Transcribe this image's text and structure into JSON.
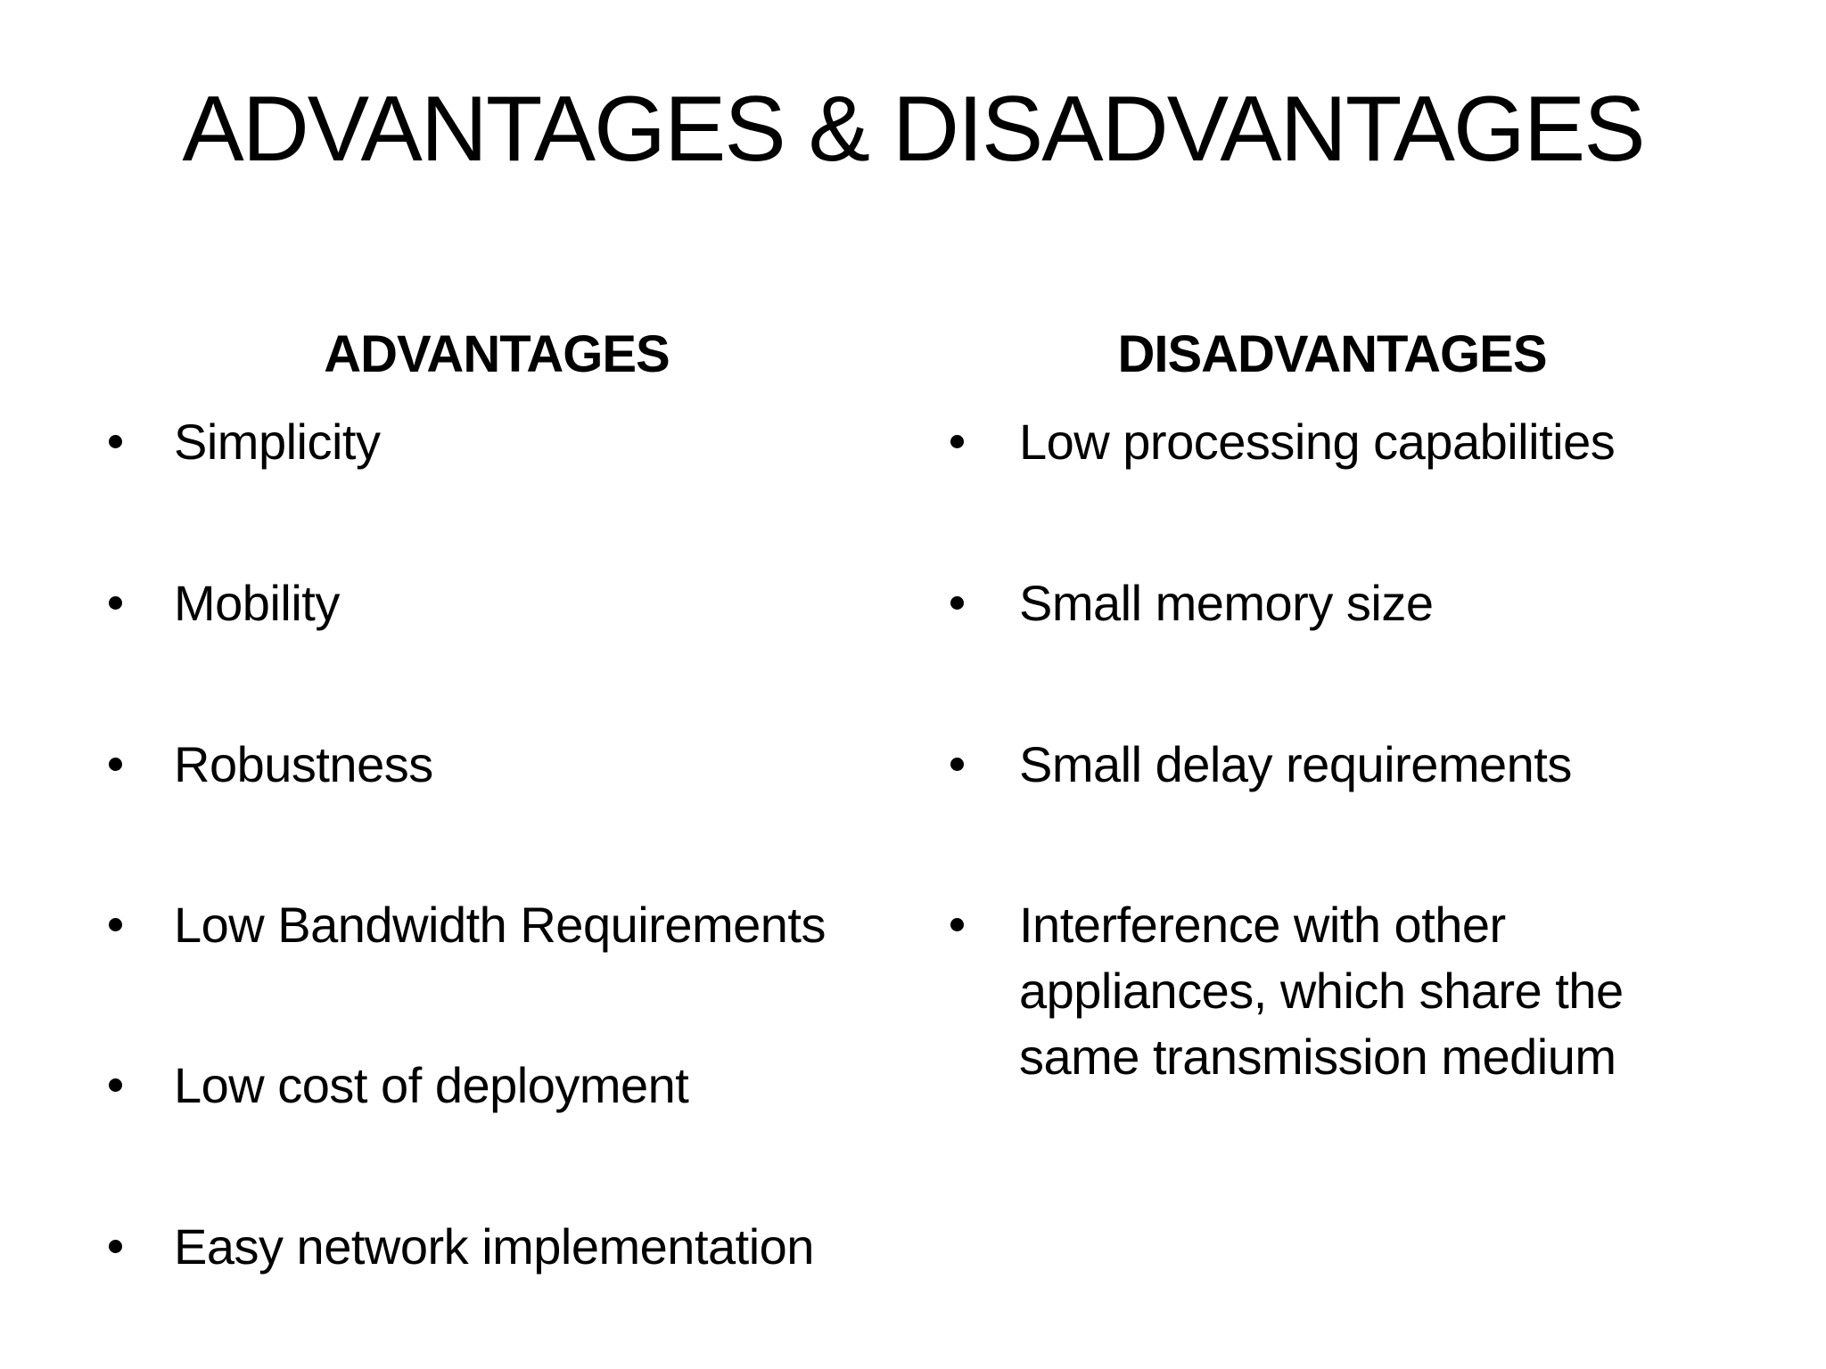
{
  "slide": {
    "title": "ADVANTAGES & DISADVANTAGES",
    "colors": {
      "background": "#ffffff",
      "text": "#000000"
    },
    "columns": {
      "advantages": {
        "header": "ADVANTAGES",
        "items": [
          "Simplicity",
          "Mobility",
          "Robustness",
          "Low Bandwidth Requirements",
          "Low cost of deployment",
          "Easy network implementation"
        ]
      },
      "disadvantages": {
        "header": "DISADVANTAGES",
        "items": [
          "Low processing capabilities",
          "Small memory size",
          "Small delay requirements",
          "Interference with other appliances, which share the same transmission medium"
        ]
      }
    }
  }
}
